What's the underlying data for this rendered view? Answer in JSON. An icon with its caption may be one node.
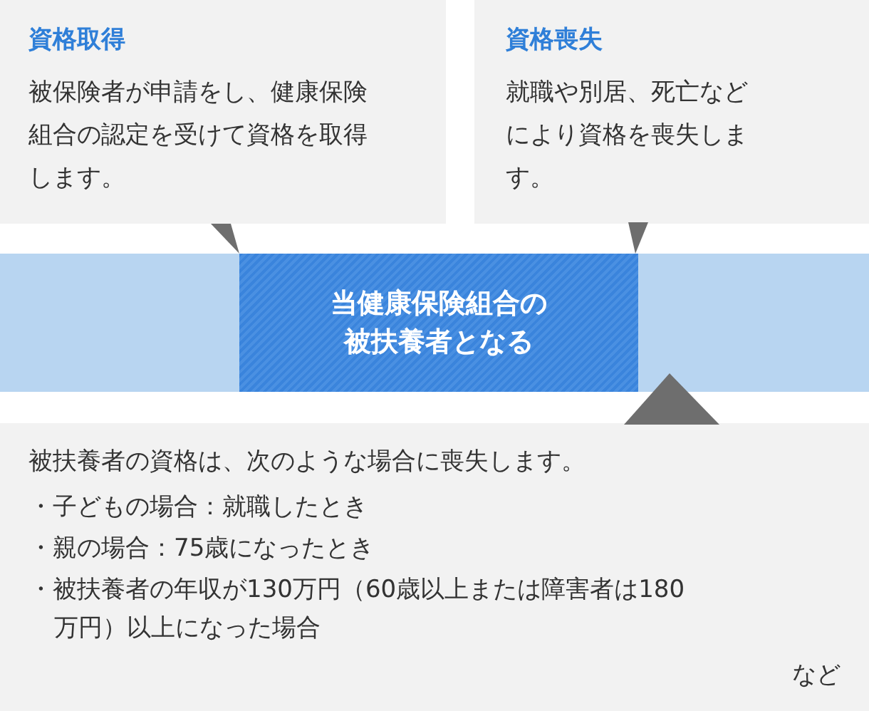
{
  "diagram": {
    "nodes": [
      {
        "text": [
          "資格取得",
          "被保険者が申請をし、健康保険組合の認定を受けて資格を取得します。"
        ]
      },
      {
        "text": [
          "資格喪失",
          "就職や別居、死亡などにより資格を喪失します。"
        ]
      },
      {
        "text": [],
        "shape": "bar"
      },
      {
        "text": [
          "当健康保険組合の被扶養者となる"
        ],
        "in": 2
      },
      {
        "text": [
          "被扶養者の資格は、次のような場合に喪失します。",
          "・子どもの場合：就職したとき",
          "・親の場合：75歳になったとき",
          "・被扶養者の年収が130万円（60歳以上または障害者は180万円）以上になった場合",
          "など"
        ]
      }
    ],
    "edges": [
      {
        "from": 0,
        "to": 3,
        "arrow": "to"
      },
      {
        "from": 1,
        "to": 3,
        "arrow": "to"
      },
      {
        "from": 4,
        "to": 3,
        "arrow": "to"
      }
    ]
  }
}
